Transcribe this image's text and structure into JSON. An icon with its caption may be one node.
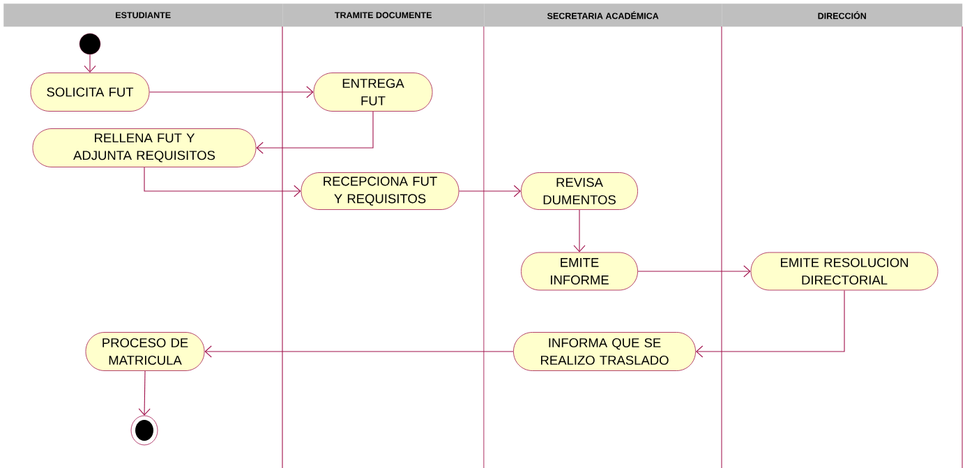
{
  "diagram": {
    "nodes": [
      {
        "text": [
          "ESTUDIANTE"
        ]
      },
      {
        "text": [
          "TRAMITE DOCUMENTE"
        ]
      },
      {
        "text": [
          "SECRETARIA ACADÉMICA"
        ]
      },
      {
        "text": [
          "DIRECCIÓN"
        ]
      },
      {
        "text": [],
        "shape": "circle"
      },
      {
        "text": [
          "SOLICITA FUT"
        ]
      },
      {
        "text": [
          "ENTREGA FUT"
        ]
      },
      {
        "text": [
          "RELLENA FUT Y ADJUNTA REQUISITOS"
        ]
      },
      {
        "text": [
          "RECEPCIONA FUT Y REQUISITOS"
        ]
      },
      {
        "text": [
          "REVISA DUMENTOS"
        ]
      },
      {
        "text": [
          "EMITE INFORME"
        ]
      },
      {
        "text": [
          "EMITE RESOLUCION DIRECTORIAL"
        ]
      },
      {
        "text": [
          "INFORMA QUE SE REALIZO TRASLADO"
        ]
      },
      {
        "text": [
          "PROCESO DE MATRICULA"
        ]
      },
      {
        "text": [],
        "shape": "circle"
      }
    ],
    "edges": [
      {
        "from": 4,
        "to": 5,
        "arrow": "to"
      },
      {
        "from": 5,
        "to": 6,
        "arrow": "to"
      },
      {
        "from": 6,
        "to": 7,
        "arrow": "to"
      },
      {
        "from": 7,
        "to": 8,
        "arrow": "to"
      },
      {
        "from": 8,
        "to": 9,
        "arrow": "to"
      },
      {
        "from": 9,
        "to": 10,
        "arrow": "to"
      },
      {
        "from": 10,
        "to": 11,
        "arrow": "to"
      },
      {
        "from": 11,
        "to": 12,
        "arrow": "to"
      },
      {
        "from": 12,
        "to": 13,
        "arrow": "to"
      },
      {
        "from": 13,
        "to": 14,
        "arrow": "to"
      }
    ]
  }
}
